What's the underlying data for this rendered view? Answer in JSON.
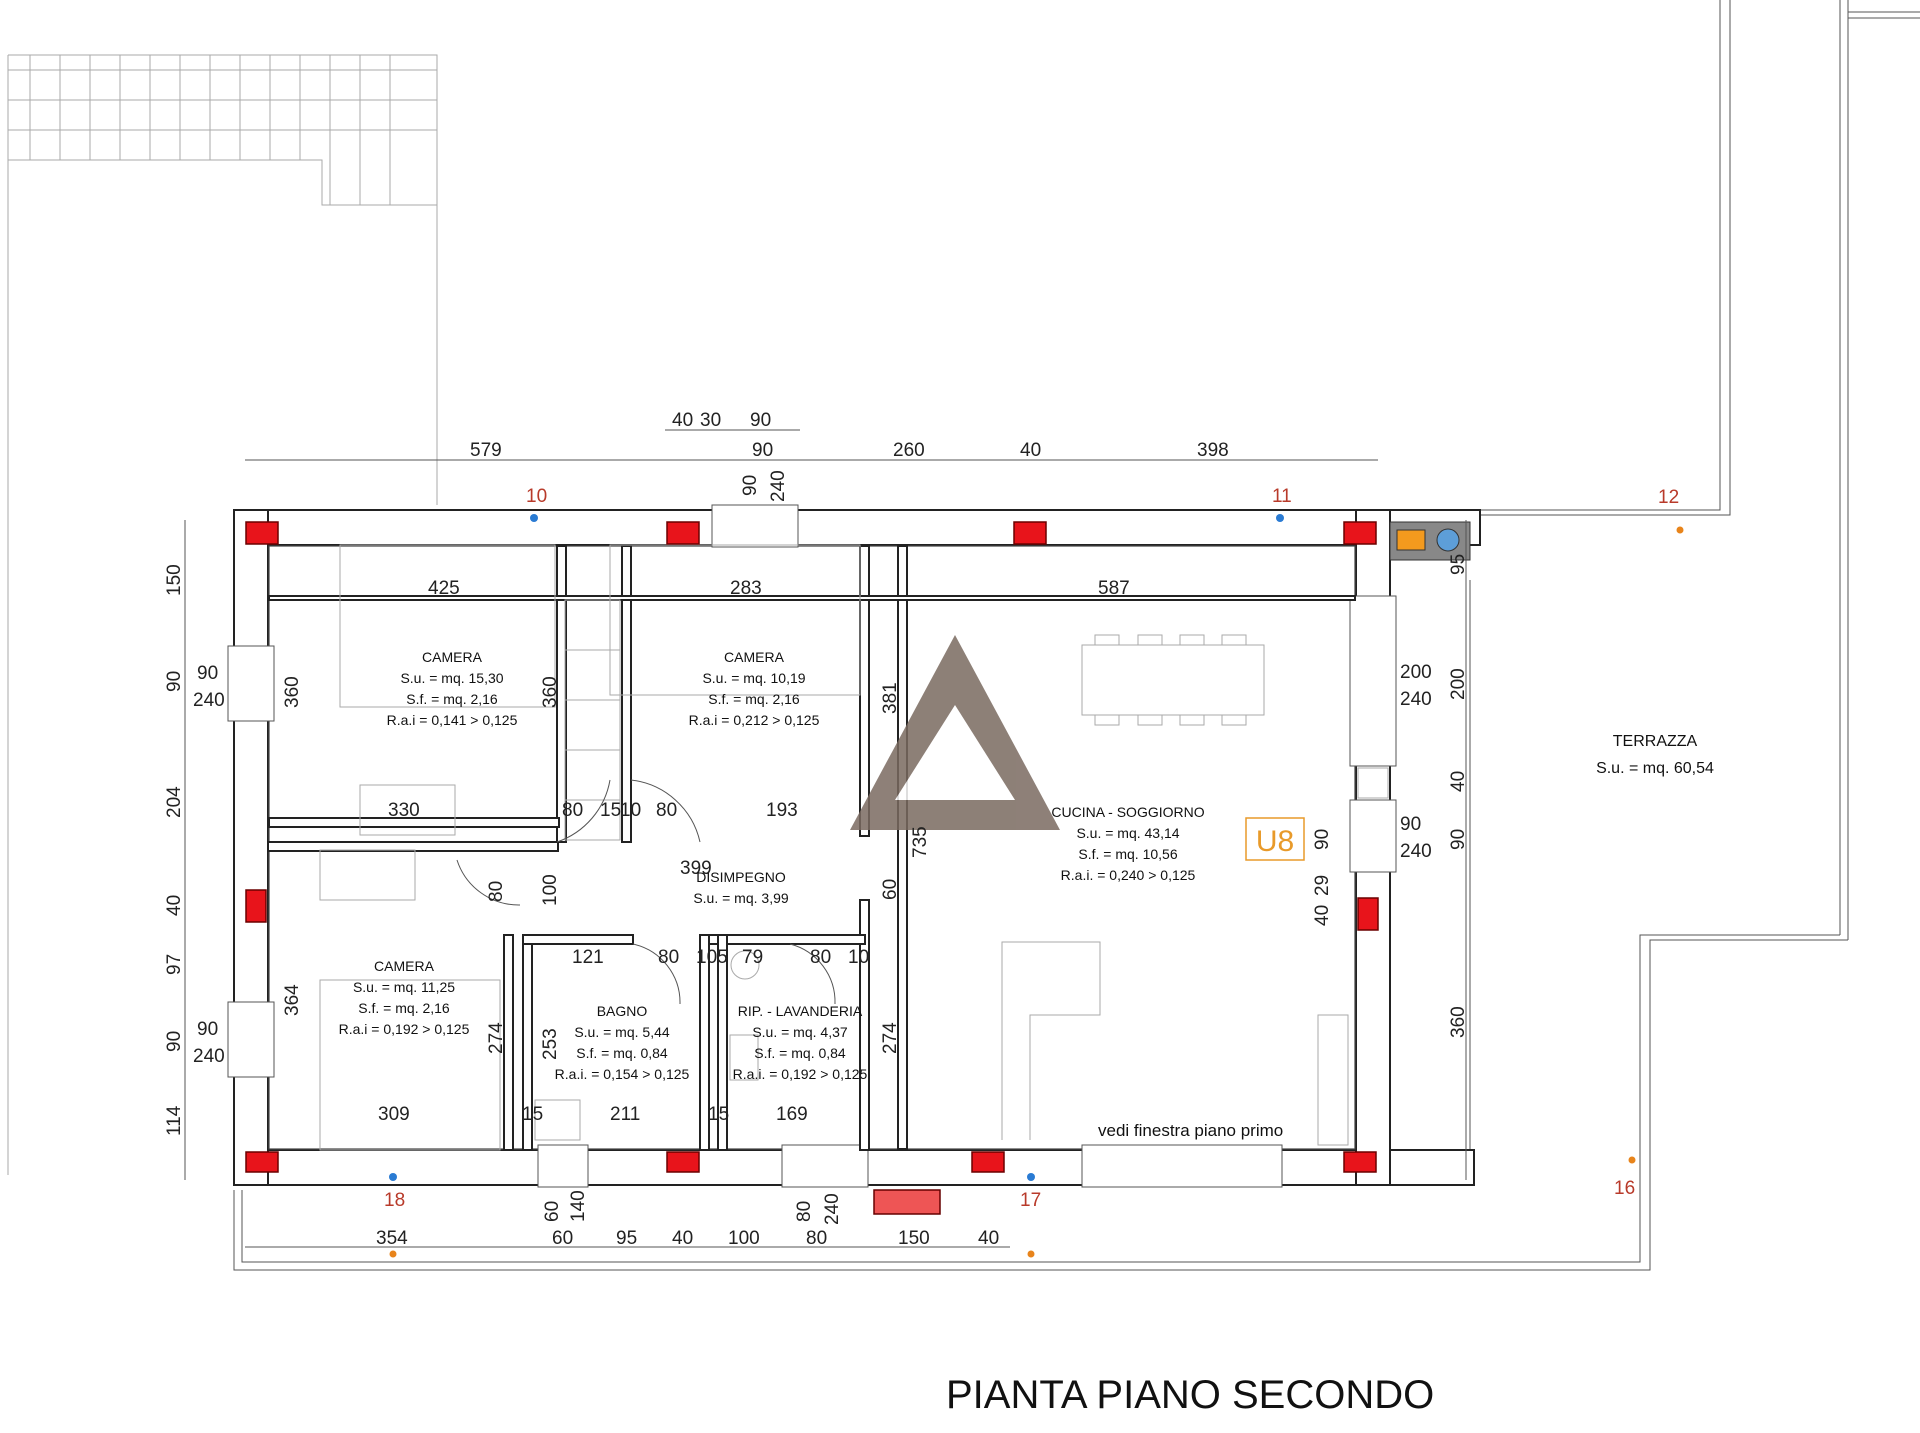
{
  "title": "PIANTA PIANO SECONDO",
  "unit_label": "U8",
  "note": "vedi finestra piano primo",
  "rooms": [
    {
      "name": "CAMERA",
      "su": "S.u. = mq. 15,30",
      "sf": "S.f. = mq. 2,16",
      "rai": "R.a.i = 0,141 > 0,125"
    },
    {
      "name": "CAMERA",
      "su": "S.u. = mq. 10,19",
      "sf": "S.f. = mq. 2,16",
      "rai": "R.a.i = 0,212 > 0,125"
    },
    {
      "name": "CAMERA",
      "su": "S.u. = mq. 11,25",
      "sf": "S.f. = mq. 2,16",
      "rai": "R.a.i = 0,192 > 0,125"
    },
    {
      "name": "CUCINA - SOGGIORNO",
      "su": "S.u. = mq. 43,14",
      "sf": "S.f. = mq. 10,56",
      "rai": "R.a.i. = 0,240 > 0,125"
    },
    {
      "name": "DISIMPEGNO",
      "su": "S.u. = mq. 3,99"
    },
    {
      "name": "BAGNO",
      "su": "S.u. = mq. 5,44",
      "sf": "S.f. = mq. 0,84",
      "rai": "R.a.i. = 0,154 > 0,125"
    },
    {
      "name": "RIP. - LAVANDERIA",
      "su": "S.u. = mq. 4,37",
      "sf": "S.f. = mq. 0,84",
      "rai": "R.a.i. = 0,192 > 0,125"
    },
    {
      "name": "TERRAZZA",
      "su": "S.u. = mq. 60,54"
    }
  ],
  "axes": [
    "10",
    "11",
    "12",
    "16",
    "17",
    "18"
  ],
  "dims_top": [
    "579",
    "90",
    "260",
    "40",
    "398",
    "40",
    "30",
    "90",
    "90",
    "240"
  ],
  "dims_bottom": [
    "354",
    "60",
    "95",
    "40",
    "100",
    "80",
    "150",
    "40",
    "60",
    "140",
    "80",
    "240"
  ],
  "dims_left": [
    "150",
    "90",
    "240",
    "204",
    "40",
    "97",
    "90",
    "240",
    "114",
    "90"
  ],
  "dims_right": [
    "200",
    "240",
    "200",
    "40",
    "90",
    "240",
    "90",
    "360",
    "95"
  ],
  "dims_inner": [
    "425",
    "283",
    "587",
    "330",
    "80",
    "15",
    "10",
    "80",
    "193",
    "399",
    "309",
    "15",
    "211",
    "15",
    "169",
    "121",
    "80",
    "105",
    "79",
    "80",
    "10",
    "360",
    "360",
    "381",
    "735",
    "80",
    "100",
    "60",
    "364",
    "274",
    "253",
    "274",
    "90",
    "40",
    "29"
  ]
}
